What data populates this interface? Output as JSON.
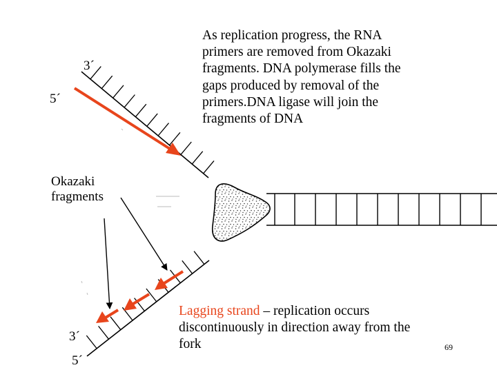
{
  "top_text": [
    "As replication progress, the RNA",
    "primers are removed from Okazaki",
    "fragments. DNA polymerase fills the",
    "gaps produced by removal of the",
    "primers.DNA ligase will join the",
    "fragments of DNA"
  ],
  "labels": {
    "top_3prime": "3´",
    "top_5prime": "5´",
    "okazaki_line1": "Okazaki",
    "okazaki_line2": "fragments",
    "bottom_3prime": "3´",
    "bottom_5prime": "5´"
  },
  "lagging": {
    "term": "Lagging strand",
    "line1_rest": " – replication occurs",
    "line2": "discontinuously in direction away from the",
    "line3": "fork"
  },
  "page_number": "69",
  "colors": {
    "arrow": "#e8451c",
    "text": "#000000",
    "term": "#e8451c"
  }
}
